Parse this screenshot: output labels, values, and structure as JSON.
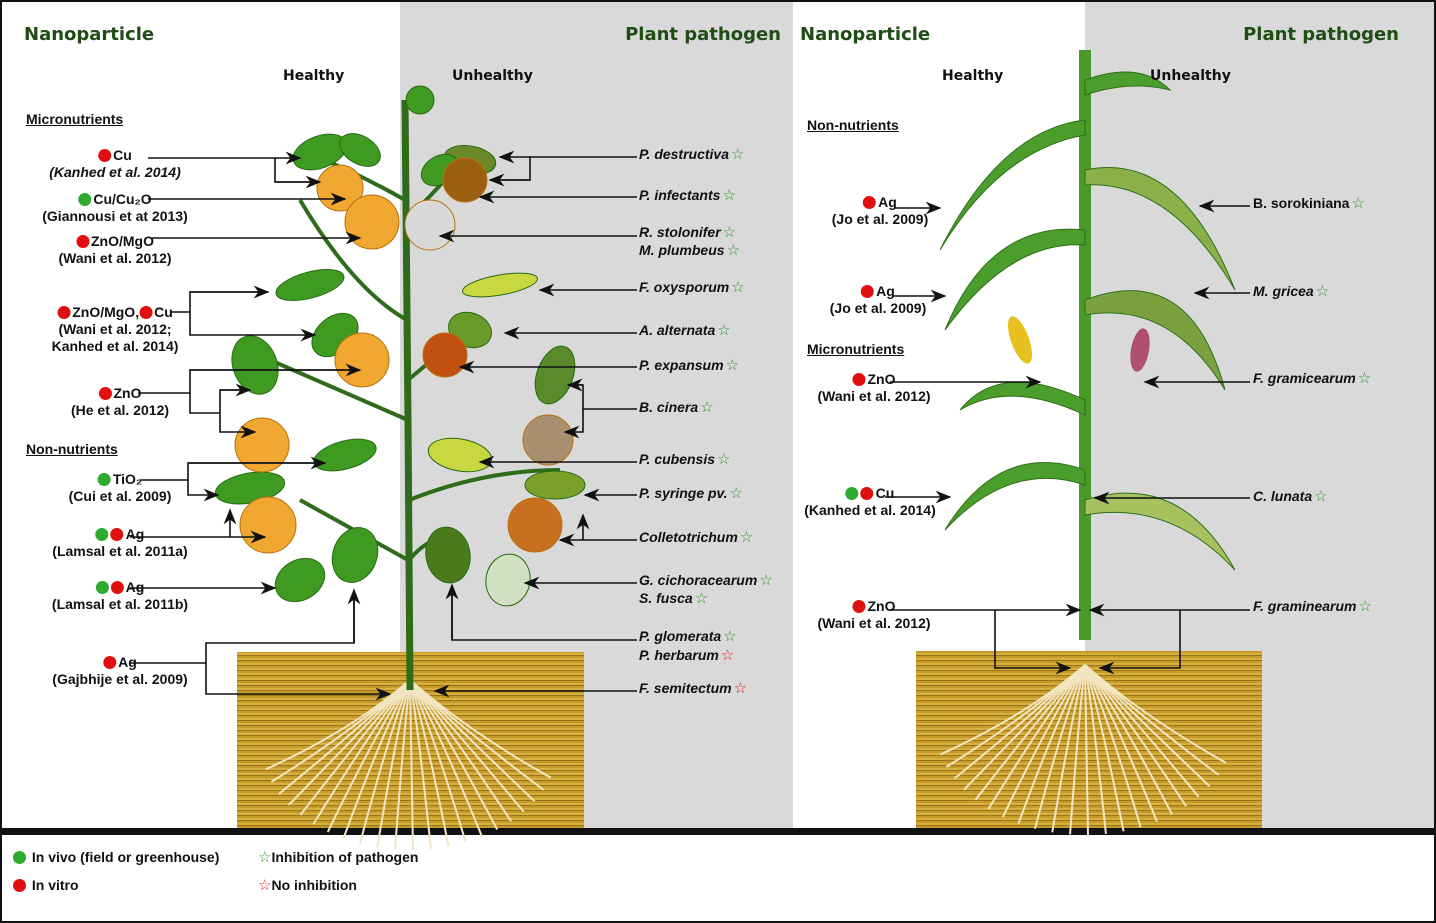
{
  "colors": {
    "in_vivo": "#2eaa2e",
    "in_vitro": "#e01010",
    "inhibition": "#2e9a2e",
    "no_inhibition": "#e02020",
    "header": "#1f4d14"
  },
  "left": {
    "header_nanoparticle": "Nanoparticle",
    "header_pathogen": "Plant pathogen",
    "healthy": "Healthy",
    "unhealthy": "Unhealthy",
    "sections": [
      "Micronutrients",
      "Non-nutrients"
    ],
    "nanoparticles": [
      {
        "dots": [
          "red"
        ],
        "name": "Cu",
        "ref": "(Kanhed et al. 2014)",
        "italic": true
      },
      {
        "dots": [
          "green"
        ],
        "name": "Cu/Cu₂O",
        "ref": "(Giannousi et at 2013)"
      },
      {
        "dots": [
          "red"
        ],
        "name": "ZnO/MgO",
        "ref": "(Wani et al. 2012)"
      },
      {
        "dots": [
          "red"
        ],
        "name": "ZnO/MgO,",
        "dots2": [
          "red"
        ],
        "name2": "Cu",
        "ref": "(Wani et al. 2012;",
        "ref2": "Kanhed et al. 2014)"
      },
      {
        "dots": [
          "red"
        ],
        "name": "ZnO",
        "ref": "(He et al. 2012)"
      },
      {
        "dots": [
          "green"
        ],
        "name": "TiO₂",
        "ref": "(Cui et al. 2009)"
      },
      {
        "dots": [
          "green",
          "red"
        ],
        "name": "Ag",
        "ref": "(Lamsal et al. 2011a)"
      },
      {
        "dots": [
          "green",
          "red"
        ],
        "name": "Ag",
        "ref": "(Lamsal et al. 2011b)"
      },
      {
        "dots": [
          "red"
        ],
        "name": "Ag",
        "ref": "(Gajbhije et al. 2009)"
      }
    ],
    "pathogens": [
      {
        "name": "P. destructiva",
        "inhibition": true
      },
      {
        "name": "P. infectants",
        "inhibition": true
      },
      {
        "name": "R. stolonifer",
        "inhibition": true
      },
      {
        "name": "M. plumbeus",
        "inhibition": true
      },
      {
        "name": "F. oxysporum",
        "inhibition": true
      },
      {
        "name": "A. alternata",
        "inhibition": true
      },
      {
        "name": "P. expansum",
        "inhibition": true
      },
      {
        "name": "B. cinera",
        "inhibition": true
      },
      {
        "name": "P. cubensis",
        "inhibition": true
      },
      {
        "name": "P. syringe pv.",
        "inhibition": true
      },
      {
        "name": "Colletotrichum",
        "inhibition": true
      },
      {
        "name": "G. cichoracearum",
        "inhibition": true
      },
      {
        "name": "S. fusca",
        "inhibition": true
      },
      {
        "name": "P. glomerata",
        "inhibition": true
      },
      {
        "name": "P. herbarum",
        "inhibition": false
      },
      {
        "name": "F. semitectum",
        "inhibition": false
      }
    ]
  },
  "right": {
    "header_nanoparticle": "Nanoparticle",
    "header_pathogen": "Plant pathogen",
    "healthy": "Healthy",
    "unhealthy": "Unhealthy",
    "sections": [
      "Non-nutrients",
      "Micronutrients"
    ],
    "nanoparticles": [
      {
        "dots": [
          "red"
        ],
        "name": "Ag",
        "ref": "(Jo et al. 2009)"
      },
      {
        "dots": [
          "red"
        ],
        "name": "Ag",
        "ref": "(Jo et al. 2009)"
      },
      {
        "dots": [
          "red"
        ],
        "name": "ZnO",
        "ref": "(Wani et al. 2012)"
      },
      {
        "dots": [
          "green",
          "red"
        ],
        "name": "Cu",
        "ref": "(Kanhed et al. 2014)"
      },
      {
        "dots": [
          "red"
        ],
        "name": "ZnO",
        "ref": "(Wani et al. 2012)"
      }
    ],
    "pathogens": [
      {
        "name": "B. sorokiniana",
        "inhibition": true,
        "upright": true
      },
      {
        "name": "M. gricea",
        "inhibition": true
      },
      {
        "name": "F. gramicearum",
        "inhibition": true
      },
      {
        "name": "C. lunata",
        "inhibition": true
      },
      {
        "name": "F. graminearum",
        "inhibition": true
      }
    ]
  },
  "legend": {
    "in_vivo": "In vivo (field or greenhouse)",
    "in_vitro": "In vitro",
    "inhibition": "Inhibition of pathogen",
    "no_inhibition": "No inhibition"
  }
}
